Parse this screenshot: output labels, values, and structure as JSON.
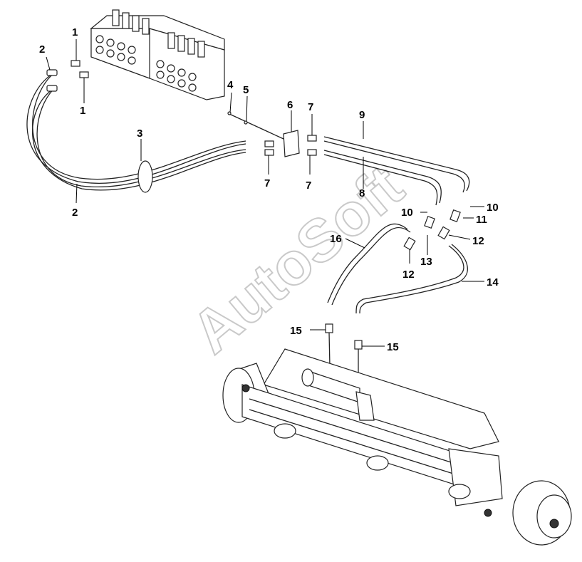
{
  "watermark": "AutoSoft",
  "callouts": [
    {
      "id": "c1a",
      "text": "1"
    },
    {
      "id": "c1b",
      "text": "1"
    },
    {
      "id": "c2a",
      "text": "2"
    },
    {
      "id": "c2b",
      "text": "2"
    },
    {
      "id": "c3",
      "text": "3"
    },
    {
      "id": "c4",
      "text": "4"
    },
    {
      "id": "c5",
      "text": "5"
    },
    {
      "id": "c6",
      "text": "6"
    },
    {
      "id": "c7a",
      "text": "7"
    },
    {
      "id": "c7b",
      "text": "7"
    },
    {
      "id": "c7c",
      "text": "7"
    },
    {
      "id": "c8",
      "text": "8"
    },
    {
      "id": "c9",
      "text": "9"
    },
    {
      "id": "c10a",
      "text": "10"
    },
    {
      "id": "c10b",
      "text": "10"
    },
    {
      "id": "c11",
      "text": "11"
    },
    {
      "id": "c12a",
      "text": "12"
    },
    {
      "id": "c12b",
      "text": "12"
    },
    {
      "id": "c13",
      "text": "13"
    },
    {
      "id": "c14",
      "text": "14"
    },
    {
      "id": "c15a",
      "text": "15"
    },
    {
      "id": "c15b",
      "text": "15"
    },
    {
      "id": "c16",
      "text": "16"
    }
  ]
}
